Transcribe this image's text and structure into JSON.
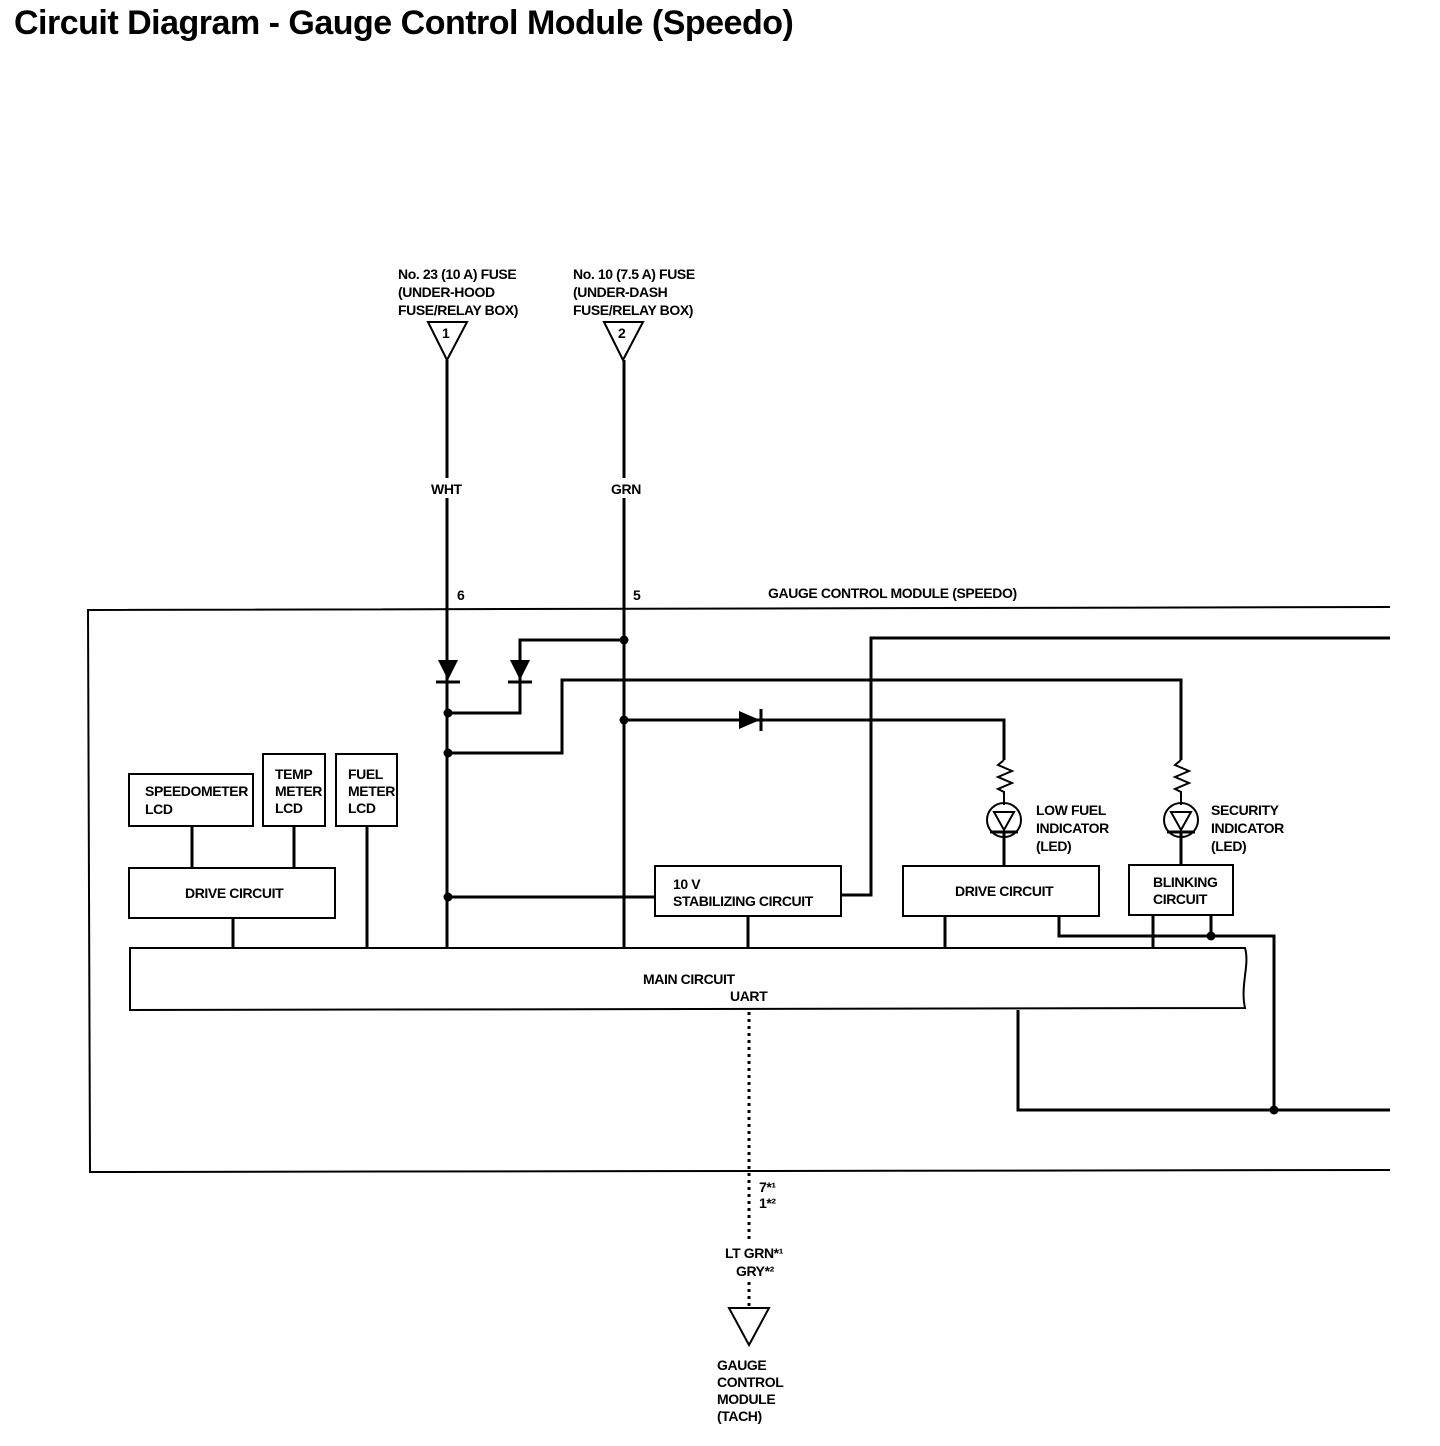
{
  "title": "Circuit Diagram - Gauge Control Module (Speedo)",
  "fuses": [
    {
      "lines": [
        "No. 23 (10 A) FUSE",
        "(UNDER-HOOD",
        "FUSE/RELAY BOX)"
      ],
      "terminal": "1",
      "wire": "WHT",
      "pin": "6"
    },
    {
      "lines": [
        "No. 10 (7.5 A) FUSE",
        "(UNDER-DASH",
        "FUSE/RELAY BOX)"
      ],
      "terminal": "2",
      "wire": "GRN",
      "pin": "5"
    }
  ],
  "module_label": "GAUGE CONTROL MODULE (SPEEDO)",
  "lcds": [
    {
      "lines": [
        "SPEEDOMETER",
        "LCD"
      ]
    },
    {
      "lines": [
        "TEMP",
        "METER",
        "LCD"
      ]
    },
    {
      "lines": [
        "FUEL",
        "METER",
        "LCD"
      ]
    }
  ],
  "drive_circuit_left": "DRIVE CIRCUIT",
  "stabilizer": [
    "10 V",
    "STABILIZING CIRCUIT"
  ],
  "drive_circuit_right": "DRIVE CIRCUIT",
  "blinking": [
    "BLINKING",
    "CIRCUIT"
  ],
  "low_fuel": [
    "LOW FUEL",
    "INDICATOR",
    "(LED)"
  ],
  "security": [
    "SECURITY",
    "INDICATOR",
    "(LED)"
  ],
  "main_circuit": "MAIN CIRCUIT",
  "uart": "UART",
  "output_pins": [
    "7*¹",
    "1*²"
  ],
  "output_wires": [
    "LT GRN*¹",
    "GRY*²"
  ],
  "destination": [
    "GAUGE",
    "CONTROL",
    "MODULE",
    "(TACH)"
  ]
}
